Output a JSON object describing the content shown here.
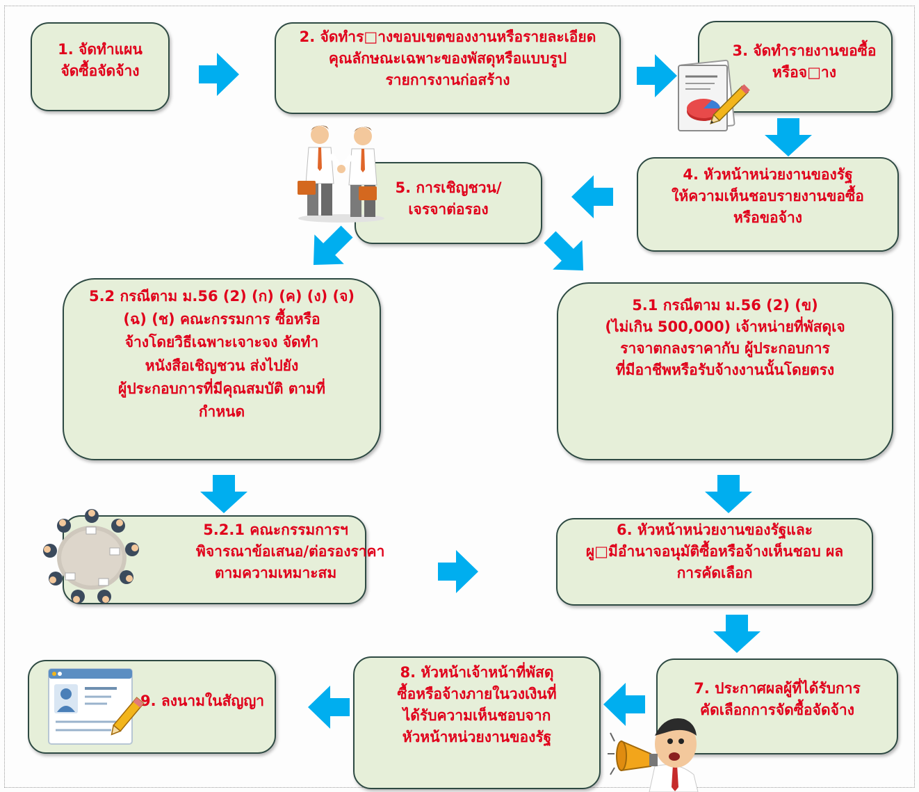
{
  "colors": {
    "box_fill": "#e6efd9",
    "box_border": "#2e4a43",
    "text": "#e0001b",
    "arrow": "#00aeef"
  },
  "steps": {
    "s1": [
      "1. จัดทำแผน",
      "จัดซื้อจัดจ้าง"
    ],
    "s2": [
      "2. จัดทำร□างขอบเขตของงานหรือรายละเอียด",
      "คุณลักษณะเฉพาะของพัสดุหรือแบบรูป",
      "รายการงานก่อสร้าง"
    ],
    "s3": [
      "3. จัดทำรายงานขอซื้อ",
      "หรือจ□าง"
    ],
    "s4": [
      "4. หัวหน้าหน่วยงานของรัฐ",
      "ให้ความเห็นชอบรายงานขอซื้อ",
      "หรือขอจ้าง"
    ],
    "s5": [
      "5. การเชิญชวน/",
      "เจรจาต่อรอง"
    ],
    "s5_1": [
      "5.1 กรณีตาม ม.56 (2) (ข)",
      "(ไม่เกิน 500,000) เจ้าหน่ายที่พัสดุเจ",
      "ราจาตกลงราคากับ ผู้ประกอบการ",
      "ที่มีอาชีพหรือรับจ้างงานนั้นโดยตรง"
    ],
    "s5_2": [
      "5.2 กรณีตาม ม.56 (2) (ก) (ค) (ง) (จ)",
      "(ฉ) (ช) คณะกรรมการ ซื้อหรือ",
      "จ้างโดยวิธีเฉพาะเจาะจง จัดทำ",
      "หนังสือเชิญชวน ส่งไปยัง",
      "ผู้ประกอบการที่มีคุณสมบัติ ตามที่",
      "กำหนด"
    ],
    "s5_2_1": [
      "5.2.1 คณะกรรมการฯ",
      "พิจารณาข้อเสนอ/ต่อรองราคา",
      "ตามความเหมาะสม"
    ],
    "s6": [
      "6. หัวหน้าหน่วยงานของรัฐและ",
      "ผู□มีอำนาจอนุมัติซื้อหรือจ้างเห็นชอบ ผล",
      "การคัดเลือก"
    ],
    "s7": [
      "7. ประกาศผลผู้ที่ได้รับการ",
      "คัดเลือกการจัดซื้อจัดจ้าง"
    ],
    "s8": [
      "8. หัวหน้าเจ้าหน้าที่พัสดุ",
      "ซื้อหรือจ้างภายในวงเงินที่",
      "ได้รับความเห็นชอบจาก",
      "หัวหน้าหน่วยงานของรัฐ"
    ],
    "s9": [
      "9. ลงนามในสัญญา"
    ]
  },
  "icons": {
    "report": "report-chart-pencil-icon",
    "handshake": "handshake-businessmen-icon",
    "meeting": "round-table-meeting-icon",
    "announce": "megaphone-man-icon",
    "contract": "contract-document-pen-icon"
  }
}
